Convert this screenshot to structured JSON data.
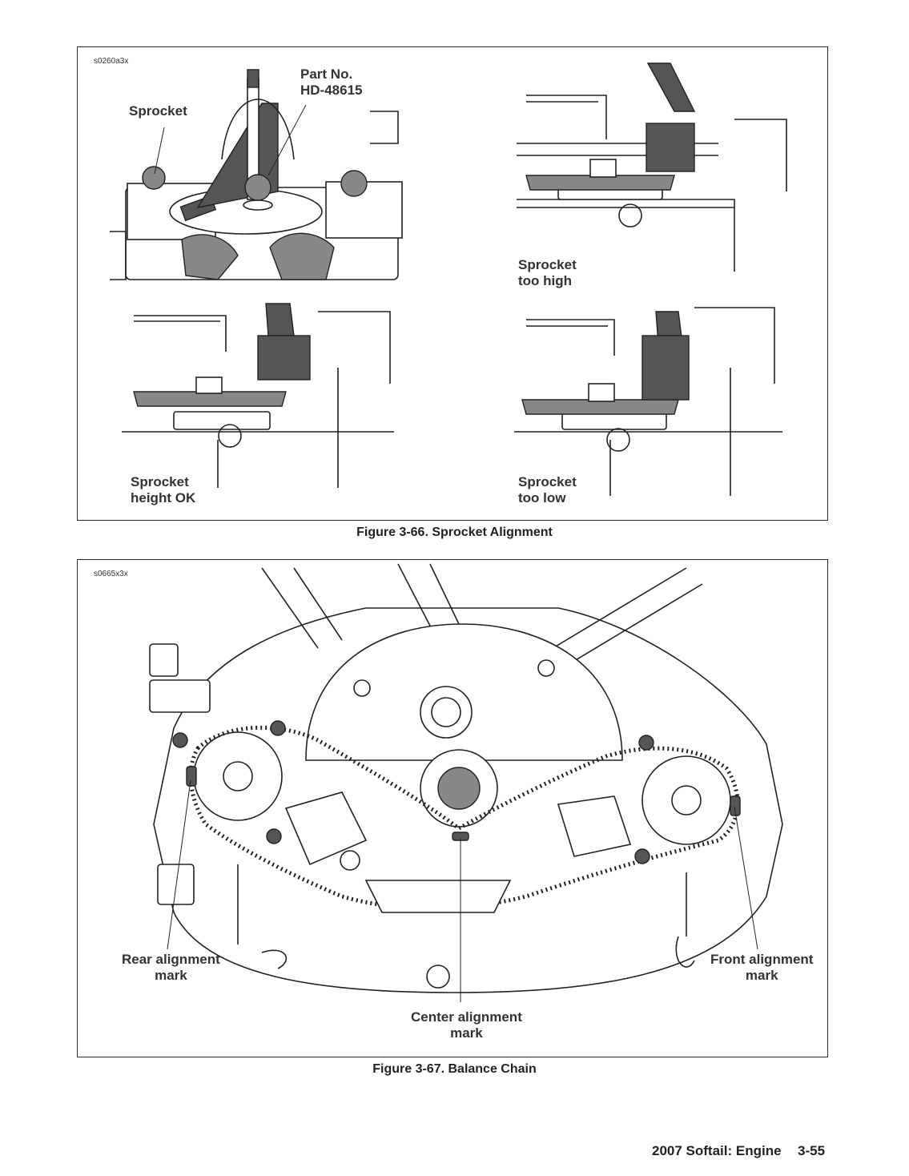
{
  "figure1": {
    "code": "s0260a3x",
    "labels": {
      "sprocket": "Sprocket",
      "part_no": "Part No.\nHD-48615",
      "too_high": "Sprocket\ntoo high",
      "height_ok": "Sprocket\nheight OK",
      "too_low": "Sprocket\ntoo low"
    },
    "caption": "Figure 3-66. Sprocket Alignment"
  },
  "figure2": {
    "code": "s0665x3x",
    "labels": {
      "rear": "Rear alignment\nmark",
      "front": "Front alignment\nmark",
      "center": "Center alignment\nmark"
    },
    "caption": "Figure 3-67. Balance Chain"
  },
  "footer": {
    "title": "2007 Softail: Engine",
    "page": "3-55"
  }
}
